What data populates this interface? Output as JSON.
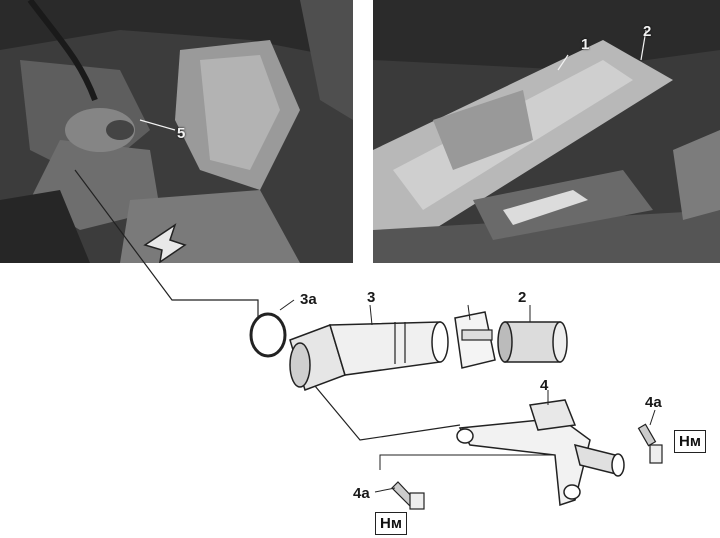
{
  "photo_left": {
    "callouts": {
      "l5": "5"
    }
  },
  "photo_right": {
    "callouts": {
      "l1": "1",
      "l2": "2"
    }
  },
  "parts": {
    "p3a": "3a",
    "p3": "3",
    "p2": "2",
    "p4": "4",
    "p4a_right": "4a",
    "p4a_left": "4a",
    "torque_right": "Нм",
    "torque_left": "Нм"
  }
}
